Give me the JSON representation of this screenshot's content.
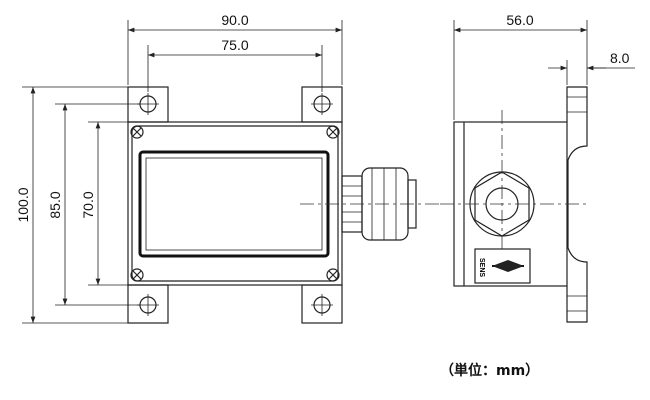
{
  "dimensions": {
    "overall_width": "90.0",
    "mount_hole_spacing_x": "75.0",
    "overall_height": "100.0",
    "mount_hole_spacing_y": "85.0",
    "body_height": "70.0",
    "side_depth": "56.0",
    "flange_thickness": "8.0"
  },
  "label_text": "SENS",
  "unit_note": "（単位：mm）"
}
